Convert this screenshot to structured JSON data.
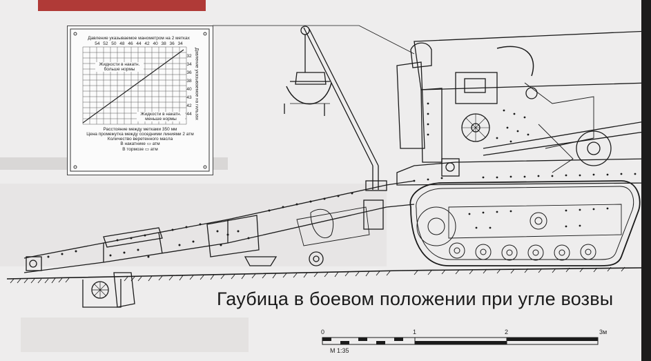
{
  "caption": "Гаубица в боевом положении при угле возвы",
  "scale": {
    "marks": [
      "0",
      "1",
      "2",
      "3м"
    ],
    "ratio": "М 1:35"
  },
  "plaque": {
    "top_label": "Давление указываемое манометром на 2 метках",
    "top_ticks": [
      "54",
      "52",
      "50",
      "48",
      "46",
      "44",
      "42",
      "40",
      "38",
      "36",
      "34"
    ],
    "right_ticks": [
      "32",
      "34",
      "36",
      "38",
      "40",
      "43",
      "42",
      "44"
    ],
    "right_label": "Давление указываемое на гильзах",
    "upper_note": "Жидкости в накатн. больше нормы",
    "lower_note": "Жидкости в накатн. меньше нормы",
    "footer_lines": [
      "Расстояние между метками 350 мм",
      "Цена промежутка между соседними линиями 2 атм",
      "Количество веретенного масла",
      "В накатнике",
      "В тормозе"
    ],
    "footer_units": [
      "атм",
      "атм"
    ]
  },
  "colors": {
    "header_strip": "#b03a37",
    "ink": "#1a1a1a",
    "paper": "#eeeded"
  }
}
